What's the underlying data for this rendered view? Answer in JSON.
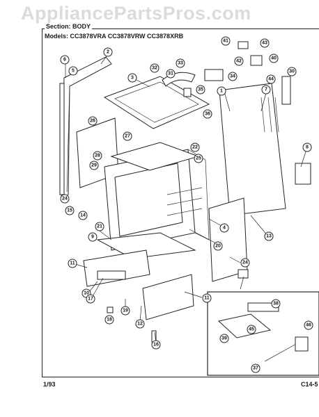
{
  "watermark": "AppliancePartsPros.com",
  "header": {
    "section_title": "Section: BODY",
    "models": "Models:  CC3878VRA   CC3878VRW   CC3878XRB"
  },
  "footer": {
    "date": "1/93",
    "page_code": "C14-5"
  },
  "callouts": [
    "1",
    "2",
    "3",
    "4",
    "5",
    "6",
    "7",
    "8",
    "9",
    "10",
    "11",
    "11",
    "12",
    "13",
    "14",
    "15",
    "16",
    "17",
    "18",
    "19",
    "20",
    "21",
    "22",
    "24",
    "24",
    "25",
    "26",
    "27",
    "28",
    "29",
    "30",
    "31",
    "32",
    "33",
    "34",
    "35",
    "36",
    "37",
    "38",
    "39",
    "40",
    "41",
    "42",
    "43",
    "44",
    "45",
    "46"
  ]
}
